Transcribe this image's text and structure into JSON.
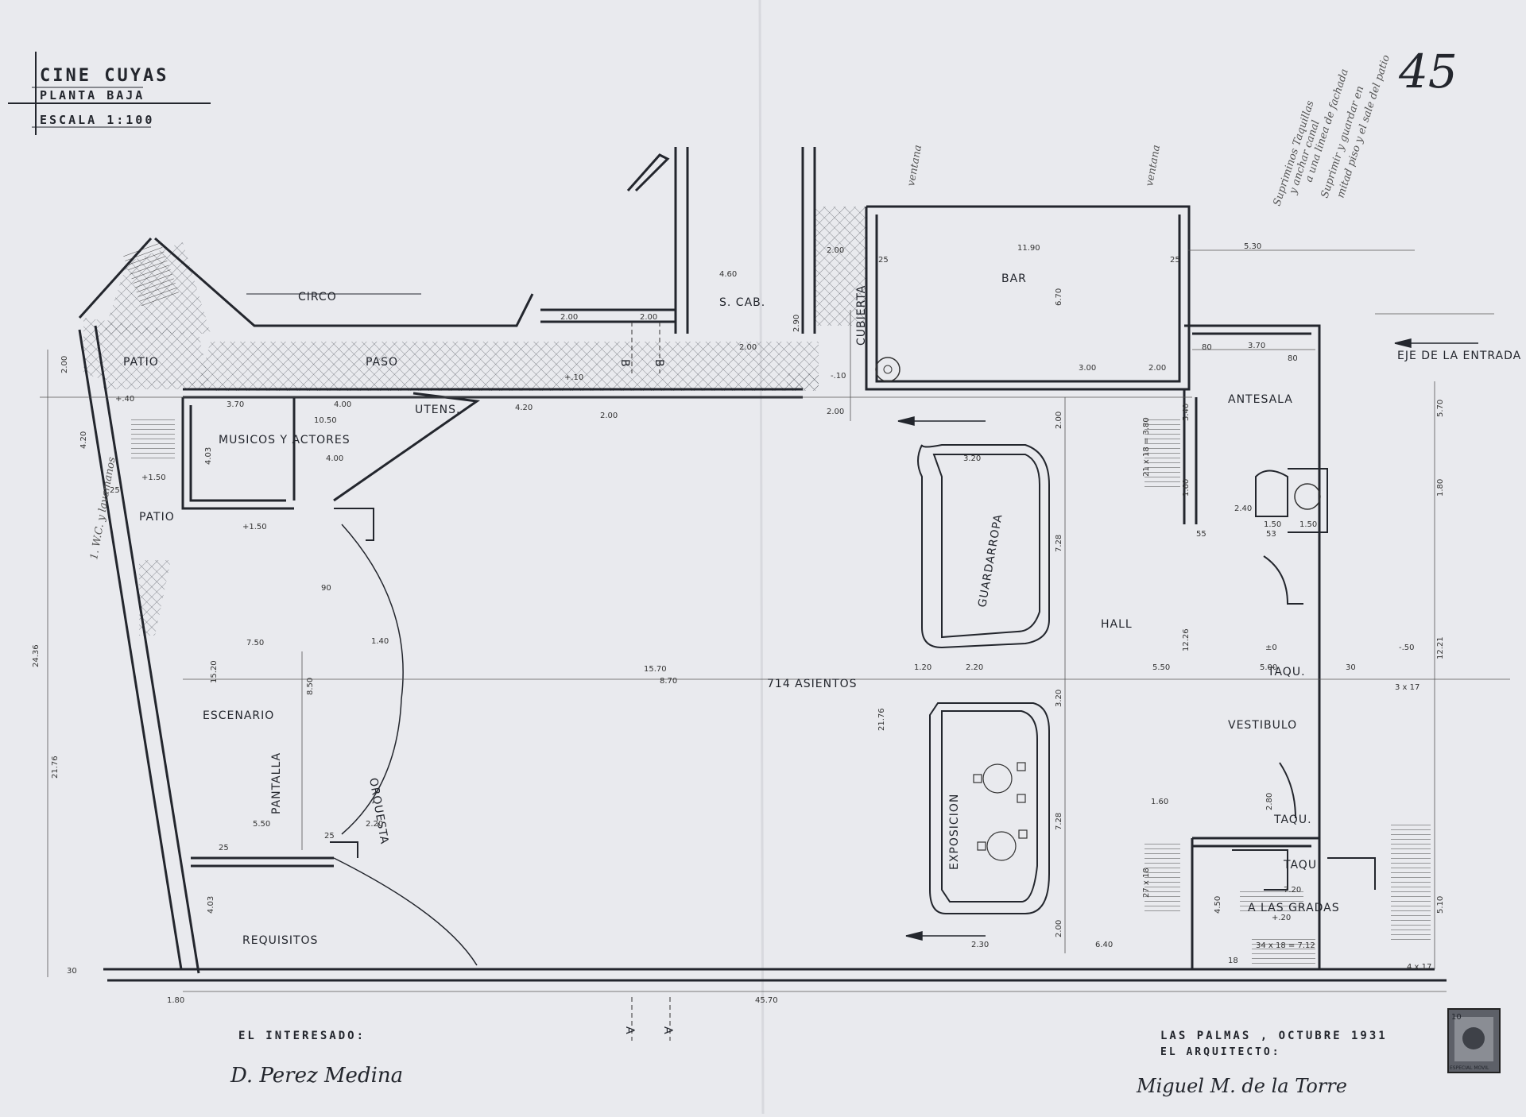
{
  "title_block": {
    "name": "CINE CUYAS",
    "floor": "PLANTA BAJA",
    "scale": "ESCALA 1:100"
  },
  "sheet_number": "45",
  "margin_notes": [
    "Supriminos Taquillas",
    "y anchar canal",
    "a una linea de fachada",
    "Suprimir y guardar en",
    "mitad piso y el sale del patio"
  ],
  "axis_label": "EJE DE LA ENTRADA",
  "rooms": {
    "circo": "CIRCO",
    "paso": "PASO",
    "patio_top": "PATIO",
    "patio_side": "PATIO",
    "musicos": "MUSICOS Y ACTORES",
    "utensilios": "UTENS.",
    "bar": "BAR",
    "cubierta": "CUBIERTA",
    "sala_cab": "S. CAB.",
    "antesala": "ANTESALA",
    "guardarropa": "GUARDARROPA",
    "hall": "HALL",
    "asientos": "714 ASIENTOS",
    "escenario": "ESCENARIO",
    "pantalla": "PANTALLA",
    "orquesta": "ORQUESTA",
    "exposicion": "EXPOSICION",
    "vestibulo": "VESTIBULO",
    "taqu1": "TAQU.",
    "taqu2": "TAQU.",
    "taqu3": "TAQU.",
    "gradas": "A LAS GRADAS",
    "requisitos": "REQUISITOS",
    "wc": "1. W.C. y lavamanos",
    "ventana1": "ventana",
    "ventana2": "ventana"
  },
  "dimensions": {
    "bar_width": "11.90",
    "d530": "5.30",
    "d25a": "25",
    "d25b": "25",
    "d670": "6.70",
    "d370a": "3.70",
    "d300": "3.00",
    "d200a": "2.00",
    "d80a": "80",
    "d80b": "80",
    "d540": "5.40",
    "d570": "5.70",
    "d180": "1.80",
    "d160a": "1.60",
    "d240": "2.40",
    "d150a": "1.50",
    "d150b": "1.50",
    "d370b": "3.70",
    "d400": "4.00",
    "d1050": "10.50",
    "d420a": "4.20",
    "d200b": "2.00",
    "d200c": "2.00",
    "d200d": "2.00",
    "d200e": "2.00",
    "d460": "4.60",
    "d200f": "2.00",
    "d200g": "2.00",
    "d290": "2.90",
    "d320a": "3.20",
    "d728a": "7.28",
    "d200h": "2.00",
    "d750": "7.50",
    "d850": "8.50",
    "d1520": "15.20",
    "d1570": "15.70",
    "d870": "8.70",
    "d550a": "5.50",
    "d550b": "5.50",
    "d500": "5.00",
    "d1226": "12.26",
    "d1221": "12.21",
    "d2176a": "21.76",
    "d2176b": "21.76",
    "d2436": "24.36",
    "d220a": "2.20",
    "d220b": "2.20",
    "d120": "1.20",
    "d728b": "7.28",
    "d320b": "3.20",
    "d280": "2.80",
    "d160b": "1.60",
    "d720": "7.20",
    "d450": "4.50",
    "d510": "5.10",
    "d640": "6.40",
    "d230": "2.30",
    "d200i": "2.00",
    "d4570": "45.70",
    "d180b": "1.80",
    "d403a": "4.03",
    "d403b": "4.03",
    "d420b": "4.20",
    "d200j": "2.00",
    "d90": "90",
    "d140": "1.40",
    "d400b": "4.00",
    "lvl_plus10": "+.10",
    "lvl_minus10": "-.10",
    "lvl_150a": "+1.50",
    "lvl_150b": "+1.50",
    "lvl_minus50": "-.50",
    "lvl_zero": "±0",
    "lvl_plus20": "+.20",
    "lvl_plus40": "+.40",
    "stair1": "21 x 18 = 3.80",
    "stair2": "27 x 18",
    "stair3": "3 x 17",
    "stair4": "34 x 18 = 7.12",
    "stair5": "4 x 17",
    "d30a": "30",
    "d30b": "30",
    "d25c": "25",
    "d25d": "25",
    "d25e": "25",
    "d55": "55",
    "d53": "53",
    "d18": "18"
  },
  "section_marks": [
    "A",
    "B",
    "B",
    "A"
  ],
  "footer": {
    "interesado_label": "EL INTERESADO:",
    "interesado_sig": "D. Perez Medina",
    "place_date": "LAS PALMAS , OCTUBRE 1931",
    "arquitecto_label": "EL ARQUITECTO:",
    "arquitecto_sig": "Miguel M. de la Torre"
  },
  "stamp": {
    "text": "ESPECIAL MOVIL",
    "value": "10"
  },
  "colors": {
    "paper": "#e9eaee",
    "ink": "#23262d",
    "hatch": "#55595f"
  }
}
